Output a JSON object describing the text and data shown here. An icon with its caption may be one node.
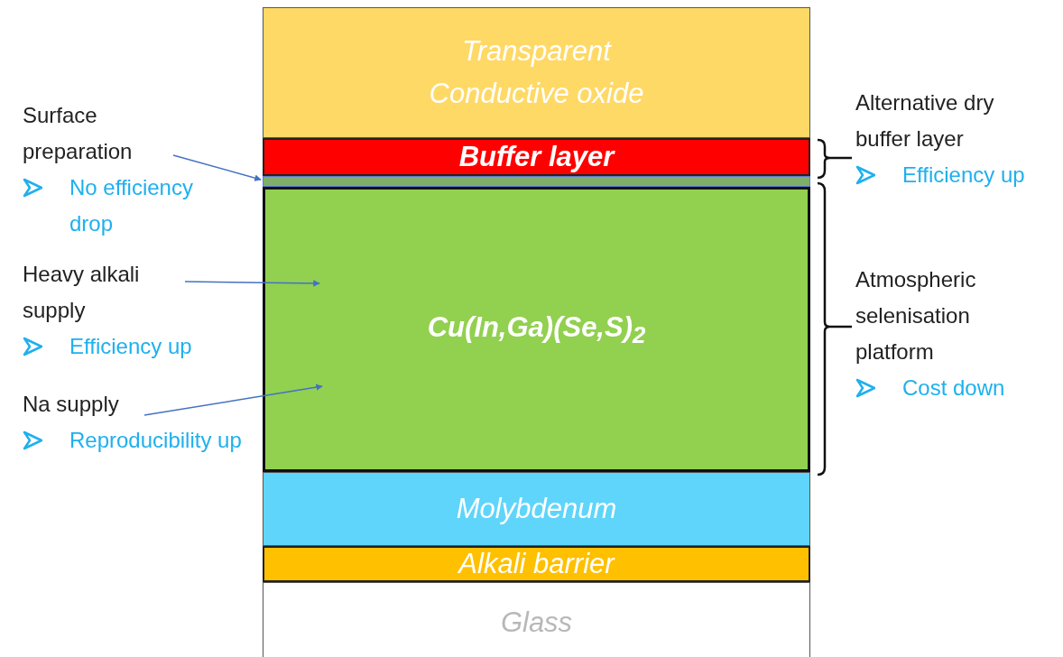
{
  "diagram": {
    "nodes": [
      {
        "text": [
          "Transparent Conductive oxide"
        ]
      },
      {
        "text": [
          "Buffer layer"
        ]
      },
      {
        "text": [],
        "shape": "bar"
      },
      {
        "text": [
          "Cu(In,Ga)(Se,S)$_{2}$"
        ]
      },
      {
        "text": [
          "Molybdenum"
        ]
      },
      {
        "text": [
          "Alkali barrier"
        ]
      },
      {
        "text": [
          "Glass"
        ]
      },
      {
        "text": [
          "Surface preparation",
          "No efficiency drop"
        ]
      },
      {
        "text": [
          "Heavy alkali supply",
          "Efficiency up"
        ]
      },
      {
        "text": [
          "Na supply",
          "Reproducibility up"
        ]
      }
    ],
    "edges": [
      {
        "from": 7,
        "to": 2,
        "arrow": "to"
      },
      {
        "from": 8,
        "to": 3,
        "arrow": "to"
      },
      {
        "from": 9,
        "to": 3,
        "arrow": "to"
      }
    ],
    "labels": [
      "Alternative dry buffer layer",
      "Efficiency up",
      "Atmospheric selenisation platform",
      "Cost down"
    ]
  }
}
